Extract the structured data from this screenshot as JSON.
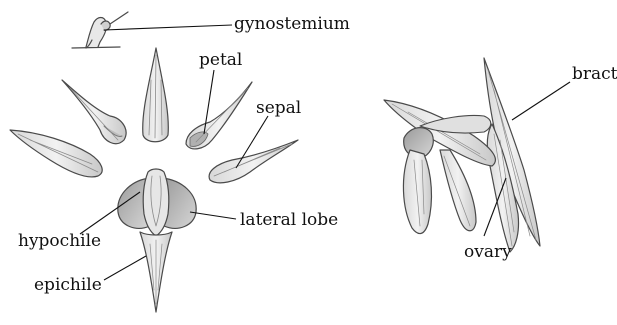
{
  "labels": {
    "gynostemium": "gynostemium",
    "petal": "petal",
    "sepal": "sepal",
    "lateral_lobe": "lateral lobe",
    "hypochile": "hypochile",
    "epichile": "epichile",
    "bract": "bract",
    "ovary": "ovary"
  },
  "colors": {
    "ink": "#111111",
    "outline": "#4a4a4a",
    "fill": "#e4e4e4",
    "shade": "#b8b8b8",
    "vein": "#8a8a8a"
  }
}
